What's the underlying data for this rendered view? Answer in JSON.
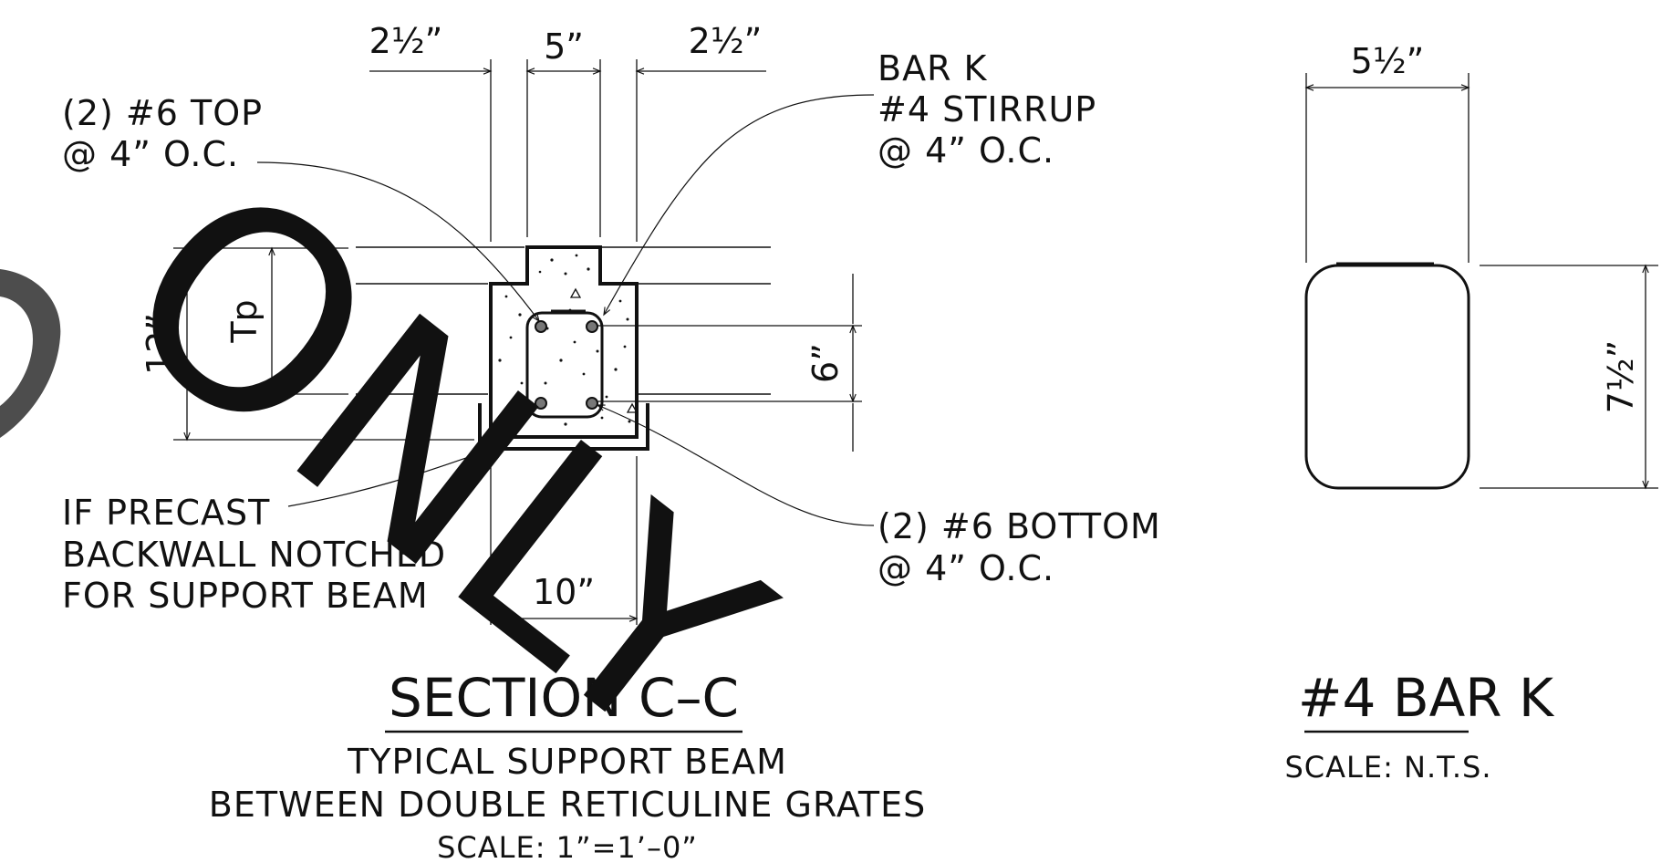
{
  "section": {
    "title": "SECTION C–C",
    "subtitle_line1": "TYPICAL SUPPORT BEAM",
    "subtitle_line2": "BETWEEN DOUBLE RETICULINE GRATES",
    "scale": "SCALE: 1”=1’–0”"
  },
  "bar_detail": {
    "title": "#4 BAR K",
    "scale": "SCALE: N.T.S."
  },
  "callouts": {
    "top_bars": [
      "(2) #6 TOP",
      "@ 4” O.C."
    ],
    "stirrup": [
      "BAR K",
      "#4 STIRRUP",
      "@ 4” O.C."
    ],
    "bottom_bars": [
      "(2) #6 BOTTOM",
      "@ 4” O.C."
    ],
    "precast": [
      "IF PRECAST",
      "BACKWALL NOTCHED",
      "FOR SUPPORT BEAM"
    ]
  },
  "dimensions": {
    "left_offset": "2½”",
    "center_width": "5”",
    "right_offset": "2½”",
    "overall_depth": "12”",
    "tp_label": "Tp",
    "stirrup_spacing": "6”",
    "beam_width": "10”",
    "bar_width": "5½”",
    "bar_height": "7½”"
  },
  "watermark": "ONLY",
  "colors": {
    "ink": "#111111",
    "watermark": "#4d4d4d",
    "background": "#ffffff"
  }
}
